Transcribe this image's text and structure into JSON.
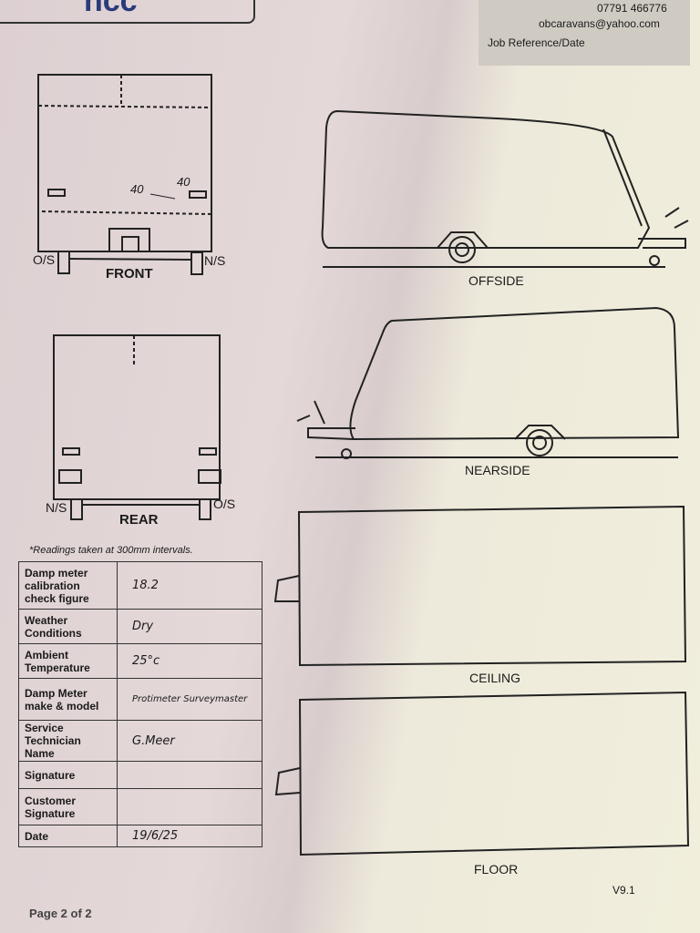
{
  "header": {
    "logo_text": "ncc",
    "phone": "07791 466776",
    "email": "obcaravans@yahoo.com",
    "job_reference_label": "Job Reference/Date"
  },
  "diagrams": {
    "front": {
      "label": "FRONT",
      "left": "O/S",
      "right": "N/S",
      "readings": [
        "40",
        "40"
      ]
    },
    "rear": {
      "label": "REAR",
      "left": "N/S",
      "right": "O/S"
    },
    "offside": "OFFSIDE",
    "nearside": "NEARSIDE",
    "ceiling": "CEILING",
    "floor": "FLOOR"
  },
  "note": "*Readings taken at 300mm intervals.",
  "form": {
    "rows": [
      {
        "label": "Damp meter calibration check figure",
        "value": "18.2"
      },
      {
        "label": "Weather Conditions",
        "value": "Dry"
      },
      {
        "label": "Ambient Temperature",
        "value": "25°c"
      },
      {
        "label": "Damp Meter make & model",
        "value": "Protimeter Surveymaster"
      },
      {
        "label": "Service Technician Name",
        "value": "G.Meer"
      },
      {
        "label": "Signature",
        "value": ""
      },
      {
        "label": "Customer Signature",
        "value": ""
      },
      {
        "label": "Date",
        "value": "19/6/25"
      }
    ]
  },
  "footer": {
    "page": "Page 2 of 2",
    "version": "V9.1"
  }
}
